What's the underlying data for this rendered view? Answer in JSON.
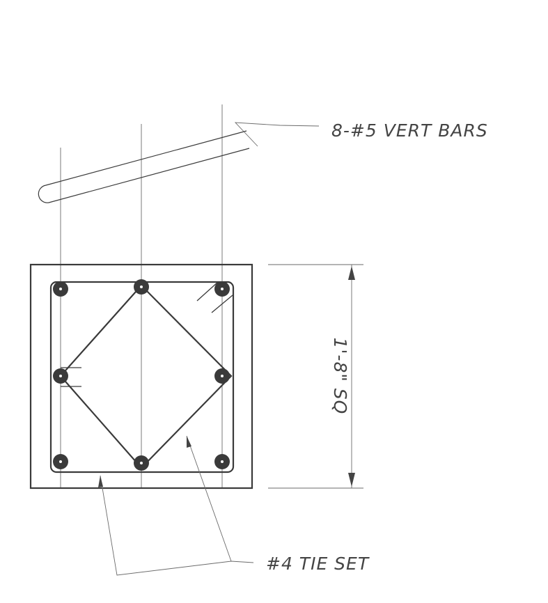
{
  "labels": {
    "vert_bars": "8-#5 VERT BARS",
    "tie_set": "#4 TIE SET",
    "dimension": "1'-8\" SQ"
  }
}
